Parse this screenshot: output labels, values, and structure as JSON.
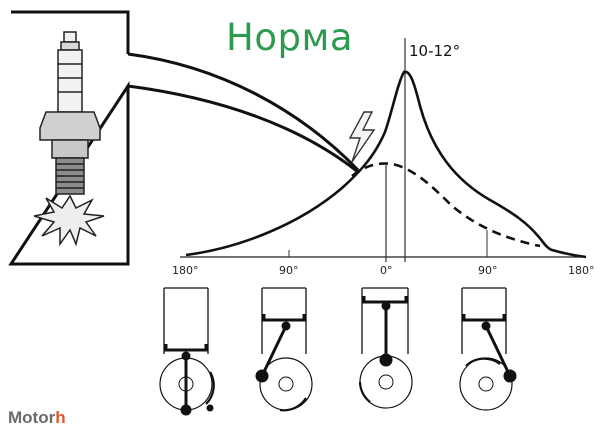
{
  "diagram": {
    "title": "Норма",
    "angle_note": "10-12°",
    "ticks": [
      "180°",
      "90°",
      "0°",
      "90°",
      "180°"
    ]
  },
  "watermark": {
    "brand_main": "Motor",
    "brand_accent": "h"
  },
  "colors": {
    "title": "#2e9a4f",
    "curve": "#111111",
    "brand_accent": "#e0572a",
    "brand_main": "#6b6b6b"
  },
  "icons": {
    "spark_plug": "spark-plug-icon",
    "lightning": "lightning-icon",
    "spark_burst": "spark-burst-icon"
  }
}
